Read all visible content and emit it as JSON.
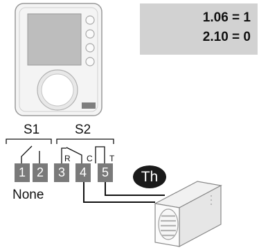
{
  "settings": {
    "line1": "1.06 = 1",
    "line2": "2.10 = 0",
    "icon": "gears-icon"
  },
  "switch_labels": {
    "s1": "S1",
    "s2": "S2"
  },
  "contact_labels": {
    "r": "R",
    "c": "C",
    "t": "T"
  },
  "terminals": [
    "1",
    "2",
    "3",
    "4",
    "5"
  ],
  "terminal_1_2_label": "None",
  "th_label": "Th",
  "colors": {
    "terminal_fill": "#7a7a7a",
    "settings_bg": "#d2d2d2",
    "badge_bg": "#1a1a1a",
    "wire": "#111111"
  }
}
